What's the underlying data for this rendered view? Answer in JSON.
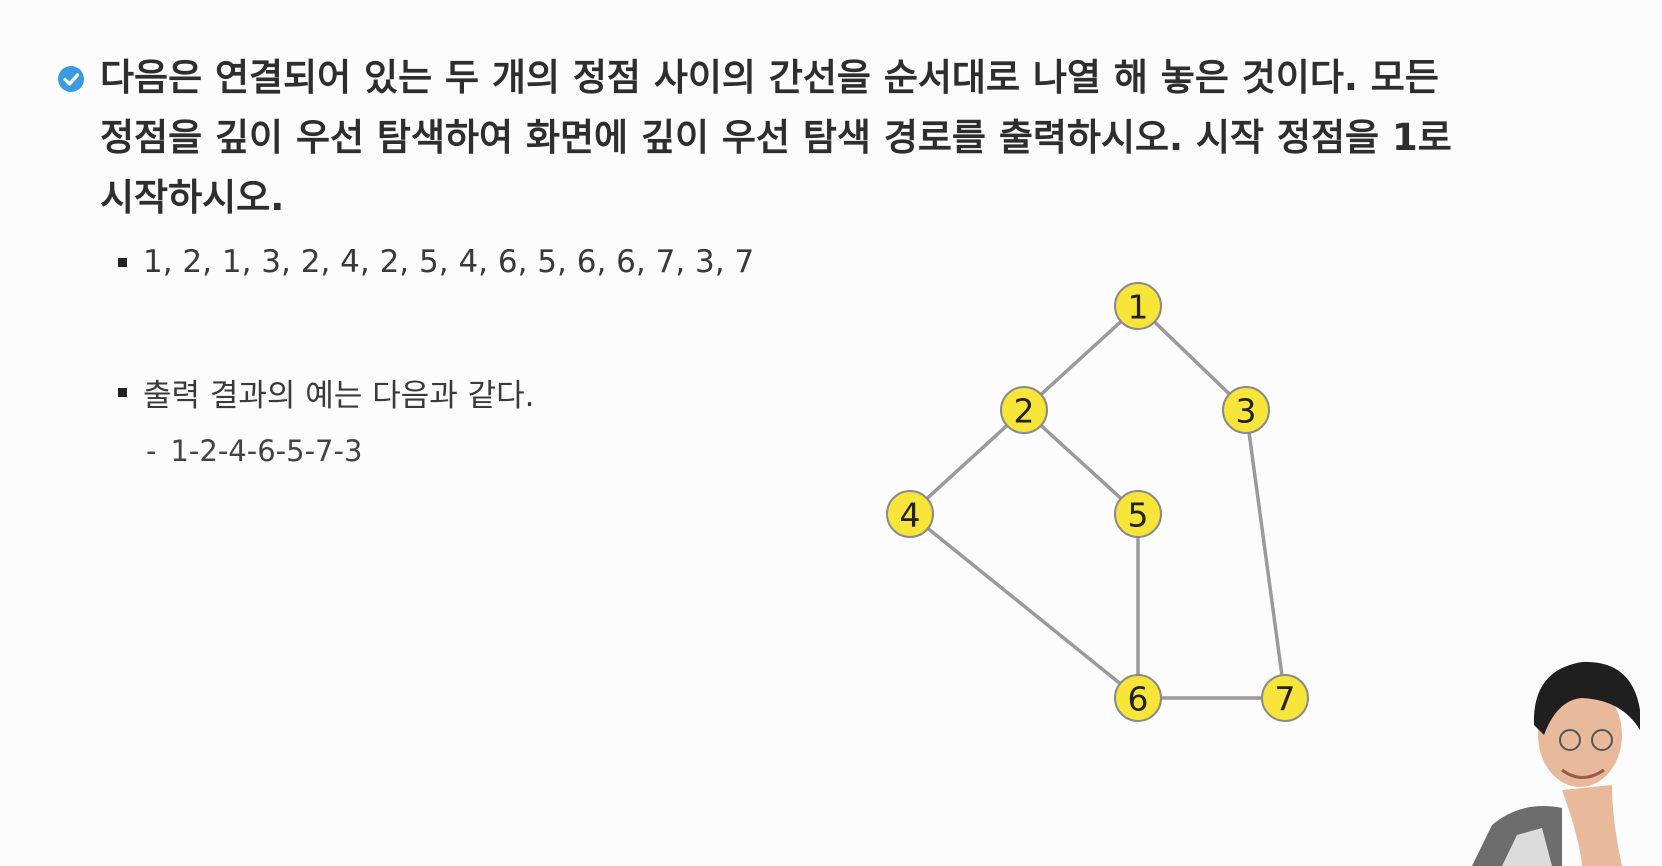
{
  "question": {
    "text": "다음은 연결되어 있는 두 개의 정점 사이의 간선을 순서대로 나열 해 놓은 것이다. 모든\n정점을 깊이 우선 탐색하여 화면에 깊이 우선 탐색 경로를 출력하시오. 시작 정점을 1로\n시작하시오.",
    "icon": "check-circle-icon",
    "icon_color": "#3a9be0"
  },
  "edges_list": {
    "text": "1, 2, 1, 3, 2, 4, 2, 5, 4, 6, 5, 6, 6, 7, 3, 7"
  },
  "output_example": {
    "label": "출력 결과의 예는 다음과 같다.",
    "dash": "-",
    "value": "1-2-4-6-5-7-3"
  },
  "graph": {
    "node_fill": "#f7e53a",
    "node_stroke": "#8a8a8a",
    "edge_color": "#9a9a9a",
    "nodes": [
      {
        "id": "1",
        "label": "1"
      },
      {
        "id": "2",
        "label": "2"
      },
      {
        "id": "3",
        "label": "3"
      },
      {
        "id": "4",
        "label": "4"
      },
      {
        "id": "5",
        "label": "5"
      },
      {
        "id": "6",
        "label": "6"
      },
      {
        "id": "7",
        "label": "7"
      }
    ],
    "edges": [
      [
        "1",
        "2"
      ],
      [
        "1",
        "3"
      ],
      [
        "2",
        "4"
      ],
      [
        "2",
        "5"
      ],
      [
        "4",
        "6"
      ],
      [
        "5",
        "6"
      ],
      [
        "6",
        "7"
      ],
      [
        "3",
        "7"
      ]
    ]
  }
}
